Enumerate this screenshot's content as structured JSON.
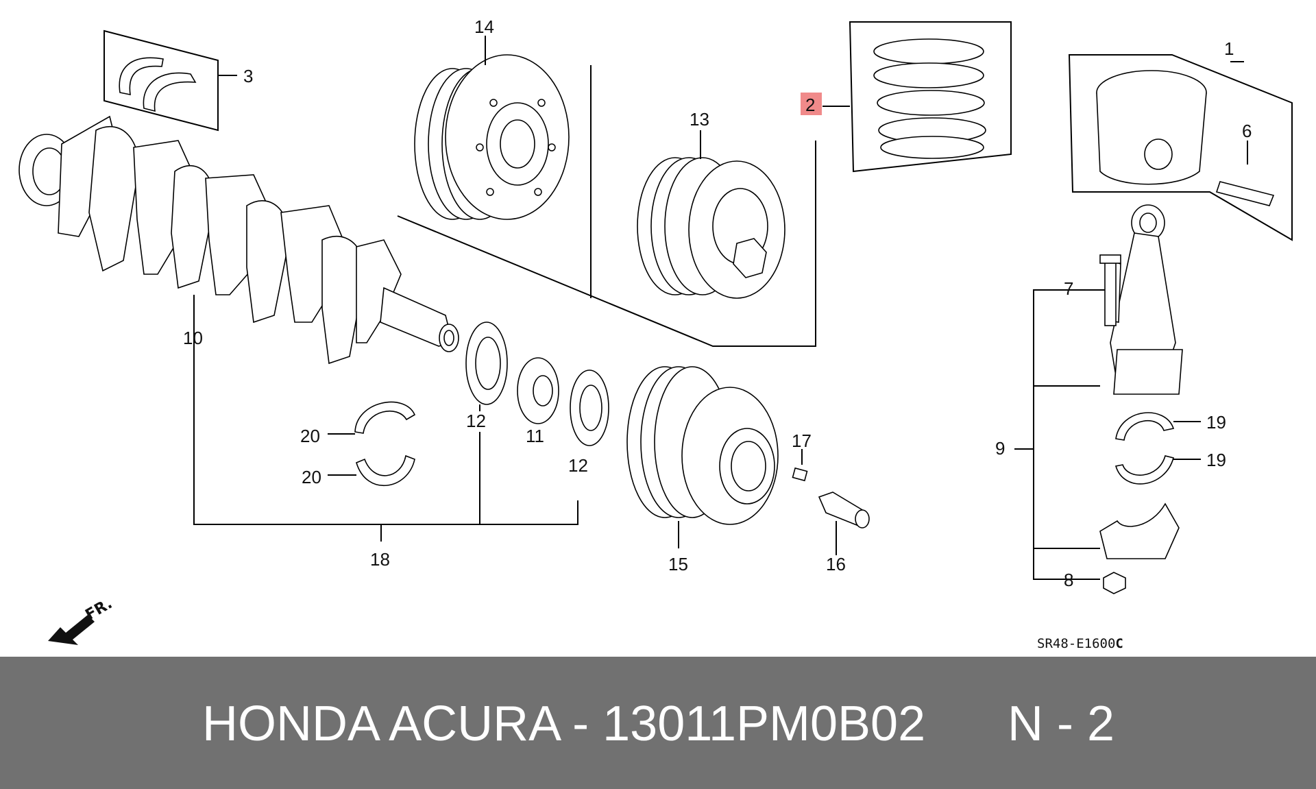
{
  "diagram": {
    "callouts": {
      "c1": "1",
      "c2": "2",
      "c3": "3",
      "c6": "6",
      "c7": "7",
      "c8": "8",
      "c9": "9",
      "c10": "10",
      "c11": "11",
      "c12a": "12",
      "c12b": "12",
      "c13": "13",
      "c14": "14",
      "c15": "15",
      "c16": "16",
      "c17": "17",
      "c18": "18",
      "c19a": "19",
      "c19b": "19",
      "c20a": "20",
      "c20b": "20"
    },
    "highlight_color": "#f08a8a",
    "front_arrow_label": "FR.",
    "drawing_code": "SR48-E1600",
    "drawing_code_suffix": "C"
  },
  "footer": {
    "background": "#717171",
    "title": "HONDA ACURA - 13011PM0B02",
    "variant": "N - 2"
  }
}
